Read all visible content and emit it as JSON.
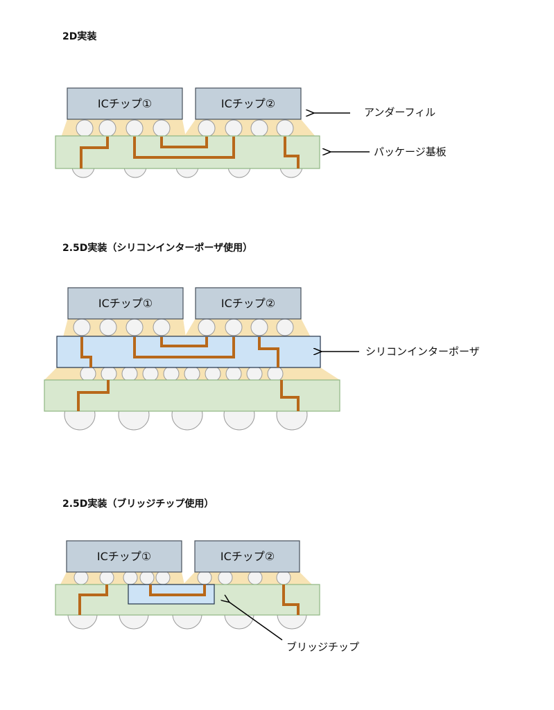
{
  "sections": [
    {
      "title": "2D実装"
    },
    {
      "title": "2.5D実装（シリコンインターポーザ使用）"
    },
    {
      "title": "2.5D実装（ブリッジチップ使用）"
    }
  ],
  "chips": {
    "chip1": "ICチップ①",
    "chip2": "ICチップ②"
  },
  "callouts": {
    "underfill": "アンダーフィル",
    "package_substrate": "パッケージ基板",
    "silicon_interposer": "シリコンインターポーザ",
    "bridge_chip": "ブリッジチップ"
  },
  "colors": {
    "chip_fill": "#c3d0db",
    "chip_stroke": "#454f5a",
    "substrate_fill": "#d8e8cf",
    "substrate_stroke": "#8fb683",
    "interposer_fill": "#cde3f6",
    "interposer_stroke": "#22334a",
    "underfill": "#f7e3b4",
    "bump_fill": "#f3f3f3",
    "bump_stroke": "#9a9a9a",
    "wiring": "#b8681a",
    "arrow": "#000000"
  }
}
